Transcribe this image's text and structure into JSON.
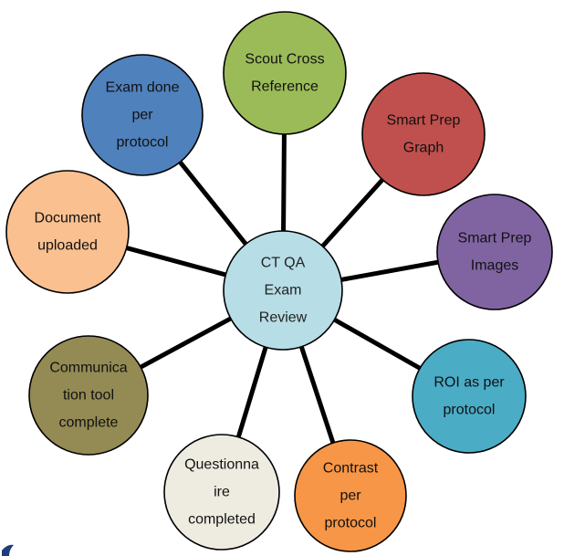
{
  "center": {
    "lines": [
      "CT QA",
      "Exam",
      "Review"
    ],
    "color": "#b7dde6"
  },
  "nodes": [
    {
      "id": "scout-cross-reference",
      "lines": [
        "Scout Cross",
        "Reference"
      ],
      "color": "#9bbb59"
    },
    {
      "id": "smart-prep-graph",
      "lines": [
        "Smart Prep",
        "Graph"
      ],
      "color": "#c0504d"
    },
    {
      "id": "smart-prep-images",
      "lines": [
        "Smart Prep",
        "Images"
      ],
      "color": "#8064a2"
    },
    {
      "id": "roi-as-per-protocol",
      "lines": [
        "ROI  as  per",
        "protocol"
      ],
      "color": "#4bacc6"
    },
    {
      "id": "contrast-per-protocol",
      "lines": [
        "Contrast",
        "per",
        "protocol"
      ],
      "color": "#f79646"
    },
    {
      "id": "questionnaire-completed",
      "lines": [
        "Questionna",
        "ire",
        "completed"
      ],
      "color": "#eeece1"
    },
    {
      "id": "communication-tool-complete",
      "lines": [
        "Communica",
        "tion tool",
        "complete"
      ],
      "color": "#948a54"
    },
    {
      "id": "document-uploaded",
      "lines": [
        "Document",
        "uploaded"
      ],
      "color": "#fac090"
    },
    {
      "id": "exam-done-per-protocol",
      "lines": [
        "Exam done",
        "per",
        "protocol"
      ],
      "color": "#4f81bd"
    }
  ],
  "logo": {
    "color": "#1f3d7a"
  }
}
